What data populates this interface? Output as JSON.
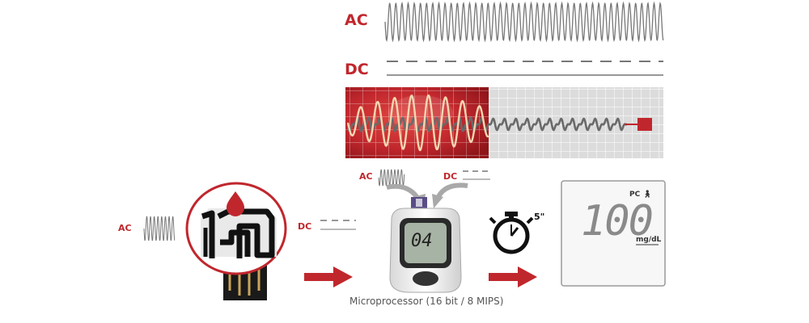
{
  "labels": {
    "ac_top": "AC",
    "dc_top": "DC",
    "ac_small": "AC",
    "dc_small": "DC",
    "ac_left": "AC",
    "dc_left": "DC"
  },
  "meter": {
    "reading": "04",
    "caption": "Microprocessor (16 bit / 8 MIPS)"
  },
  "timer": {
    "duration": "5\""
  },
  "result": {
    "indicator": "PC",
    "value": "100",
    "unit": "mg/dL"
  },
  "colors": {
    "brand_red": "#c0272d",
    "grid_gray": "#dadada",
    "wave_gray": "#666666"
  }
}
